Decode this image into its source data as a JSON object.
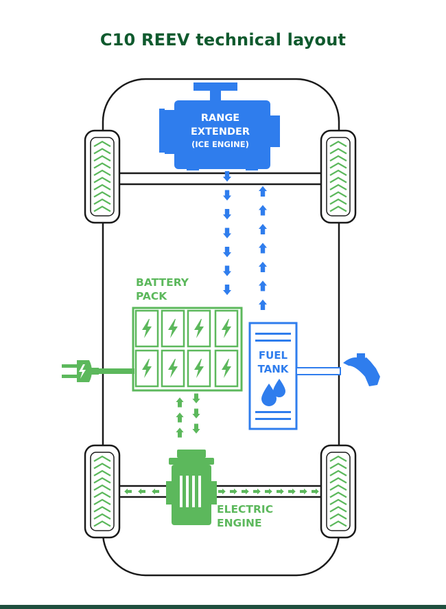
{
  "title": "C10 REEV technical layout",
  "labels": {
    "range_extender": [
      "RANGE",
      "EXTENDER"
    ],
    "ice_engine": "(ICE ENGINE)",
    "battery_pack": [
      "BATTERY",
      "PACK"
    ],
    "fuel_tank": [
      "FUEL",
      "TANK"
    ],
    "electric_engine": [
      "ELECTRIC",
      "ENGINE"
    ]
  },
  "colors": {
    "title": "#0f5a2e",
    "outline": "#1a1a1a",
    "blue": "#2f7ded",
    "green": "#5cb85c",
    "footer": "#1f4f3e"
  },
  "icons": [
    "plug-icon",
    "fuel-nozzle-icon",
    "lightning-icon",
    "water-drops-icon",
    "engine-icon",
    "motor-icon",
    "chevron-tread-icon"
  ]
}
